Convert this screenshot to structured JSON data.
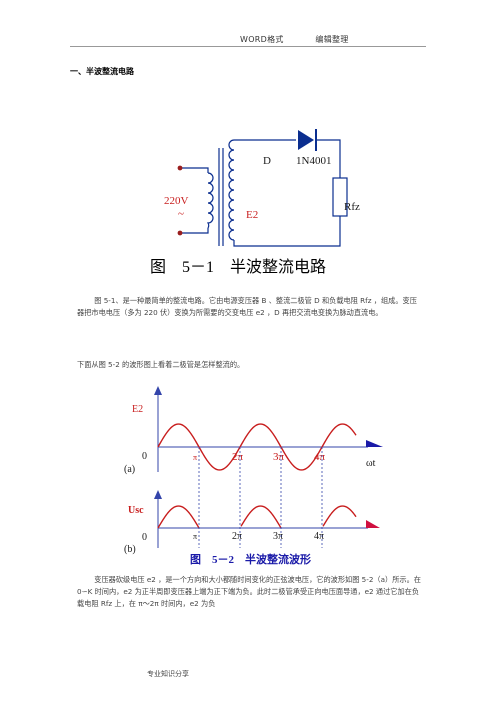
{
  "header": {
    "left": "WORD格式",
    "right": "编辑整理"
  },
  "section_title": "一、半波整流电路",
  "circuit": {
    "source_voltage": "220V",
    "source_symbol": "~",
    "secondary_label": "E2",
    "diode_label": "D",
    "diode_model": "1N4001",
    "load_label": "Rfz",
    "caption": "图　5－1　半波整流电路",
    "colors": {
      "wire": "#0b2e8f",
      "text": "#c81e1e",
      "node": "#9a1e1e"
    }
  },
  "paragraphs": {
    "p1": "图 5-1、是一种最简单的整流电路。它由电源变压器 B 、整流二极管 D 和负载电阻 Rfz ，组成。变压器把市电电压（多为 220 伏）变换为所需要的交变电压 e2 ，D 再把交流电变换为脉动直流电。",
    "p2": "下面从图 5-2 的波形图上看着二极管是怎样整流的。",
    "p3": "变压器砍级电压 e2 ，是一个方向和大小都随时间变化的正弦波电压，它的波形如图 5-2（a）所示。在 0∽K 时间内，e2 为正半周即变压器上端为正下端为负。此时二极管承受正向电压面导通，e2 通过它加在负载电阻 Rfz 上，在 π～2π 时间内，e2 为负"
  },
  "waveform": {
    "top_label": "E2",
    "top_panel": "(a)",
    "top_axis": "ωt",
    "bottom_label": "Usc",
    "bottom_panel": "(b)",
    "origin": "0",
    "ticks": [
      "π",
      "2π",
      "3π",
      "4π"
    ],
    "caption": "图　5－2　半波整流波形",
    "colors": {
      "curve": "#c81e1e",
      "axis": "#3344aa",
      "text": "#c81e1e",
      "arrow_top": "#1a1aa8",
      "arrow_bottom": "#d01040",
      "caption": "#1a1aa8"
    }
  },
  "footer": "专业知识分享"
}
